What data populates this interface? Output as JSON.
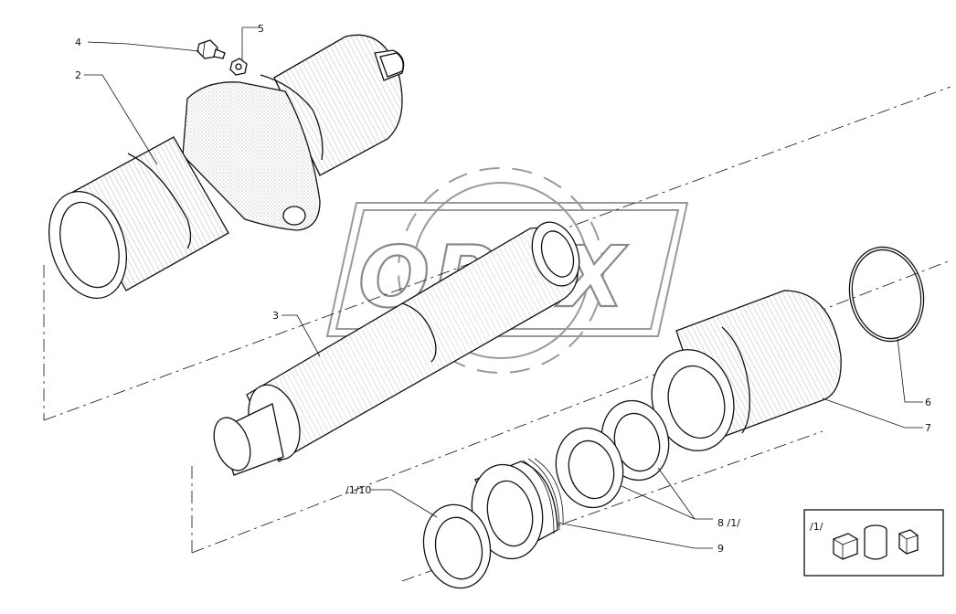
{
  "watermark": {
    "text": "OPEX"
  },
  "callouts": {
    "c2": "2",
    "c3": "3",
    "c4": "4",
    "c5": "5",
    "c6": "6",
    "c7": "7",
    "c8": "8 /1/",
    "c9": "9",
    "c10": "/1/10"
  },
  "legend": {
    "ref": "/1/"
  }
}
